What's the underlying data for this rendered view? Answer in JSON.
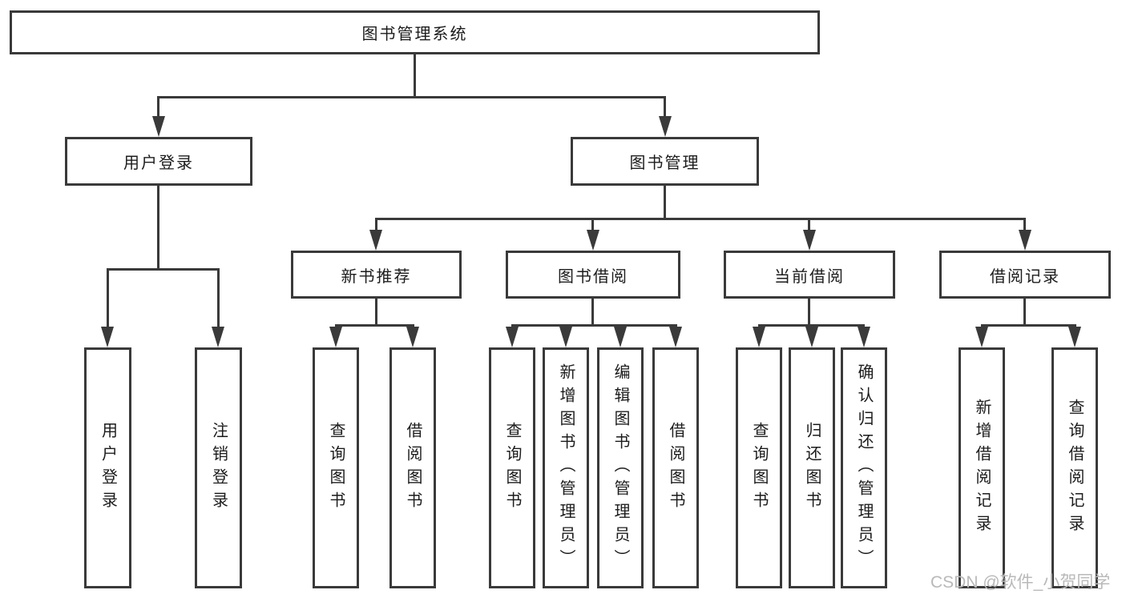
{
  "diagram": {
    "title": "图书管理系统",
    "children": [
      {
        "label": "用户登录",
        "children": [
          {
            "label": "用户登录"
          },
          {
            "label": "注销登录"
          }
        ]
      },
      {
        "label": "图书管理",
        "children": [
          {
            "label": "新书推荐",
            "children": [
              {
                "label": "查询图书"
              },
              {
                "label": "借阅图书"
              }
            ]
          },
          {
            "label": "图书借阅",
            "children": [
              {
                "label": "查询图书"
              },
              {
                "label": "新增图书（管理员）"
              },
              {
                "label": "编辑图书（管理员）"
              },
              {
                "label": "借阅图书"
              }
            ]
          },
          {
            "label": "当前借阅",
            "children": [
              {
                "label": "查询图书"
              },
              {
                "label": "归还图书"
              },
              {
                "label": "确认归还（管理员）"
              }
            ]
          },
          {
            "label": "借阅记录",
            "children": [
              {
                "label": "新增借阅记录"
              },
              {
                "label": "查询借阅记录"
              }
            ]
          }
        ]
      }
    ]
  },
  "watermark": {
    "text": "CSDN @软件_小贺同学",
    "color": "#b9b9b9"
  },
  "colors": {
    "line": "#3a3a3a",
    "box_background": "#ffffff",
    "text": "#1c1c1c"
  }
}
